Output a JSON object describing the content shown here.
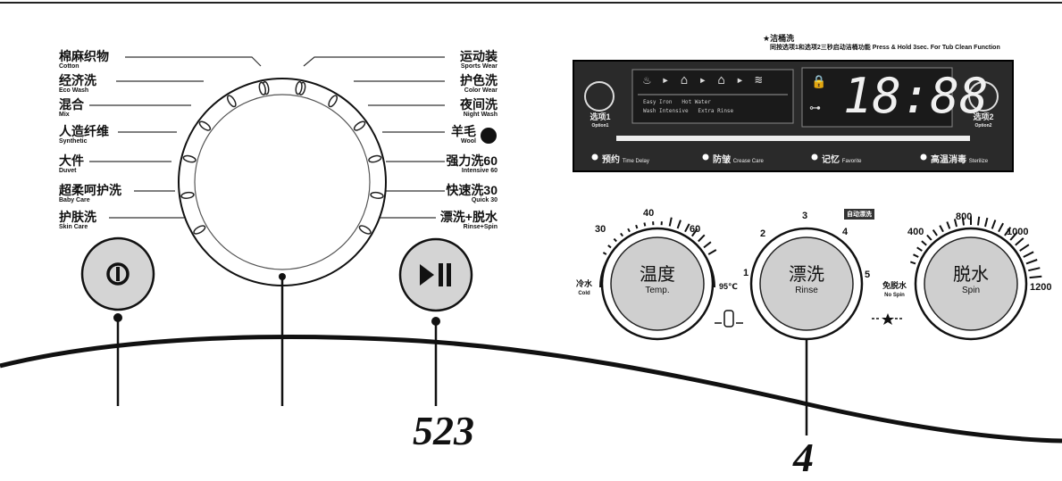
{
  "programs_left": [
    {
      "cn": "棉麻织物",
      "en": "Cotton"
    },
    {
      "cn": "经济洗",
      "en": "Eco Wash"
    },
    {
      "cn": "混合",
      "en": "Mix"
    },
    {
      "cn": "人造纤维",
      "en": "Synthetic"
    },
    {
      "cn": "大件",
      "en": "Duvet"
    },
    {
      "cn": "超柔呵护洗",
      "en": "Baby Care"
    },
    {
      "cn": "护肤洗",
      "en": "Skin Care"
    }
  ],
  "programs_right": [
    {
      "cn": "运动装",
      "en": "Sports Wear"
    },
    {
      "cn": "护色洗",
      "en": "Color Wear"
    },
    {
      "cn": "夜间洗",
      "en": "Night Wash"
    },
    {
      "cn": "羊毛",
      "en": "Wool"
    },
    {
      "cn": "强力洗60",
      "en": "Intensive 60"
    },
    {
      "cn": "快速洗30",
      "en": "Quick 30"
    },
    {
      "cn": "漂洗+脱水",
      "en": "Rinse+Spin"
    }
  ],
  "tub_clean": {
    "title": "★洁桶洗",
    "subtitle": "同按选项1和选项2三秒启动洁桶功能 Press & Hold 3sec. For Tub Clean Function"
  },
  "display": {
    "time": "18:88",
    "option1": "选项1",
    "option1_en": "Option1",
    "option2": "选项2",
    "option2_en": "Option2",
    "bottom_labels": [
      {
        "cn": "预约",
        "en": "Time Delay"
      },
      {
        "cn": "防皱",
        "en": "Crease Care"
      },
      {
        "cn": "记忆",
        "en": "Favorite"
      },
      {
        "cn": "高温消毒",
        "en": "Sterilize"
      }
    ],
    "small_labels": [
      "Easy Iron",
      "Hot Water",
      "Wash Intensive",
      "Extra Rinse"
    ]
  },
  "temp": {
    "cn": "温度",
    "en": "Temp.",
    "marks": [
      "30",
      "40",
      "60"
    ],
    "cold_cn": "冷水",
    "cold_en": "Cold",
    "hot": "95℃"
  },
  "rinse": {
    "cn": "漂洗",
    "en": "Rinse",
    "marks": [
      "1",
      "2",
      "3",
      "4",
      "5"
    ],
    "badge": "自动漂洗"
  },
  "spin": {
    "cn": "脱水",
    "en": "Spin",
    "marks": [
      "400",
      "800",
      "1000",
      "1200"
    ],
    "no_spin_cn": "免脱水",
    "no_spin_en": "No Spin"
  },
  "callouts": {
    "c1": "523",
    "c2": "4"
  }
}
